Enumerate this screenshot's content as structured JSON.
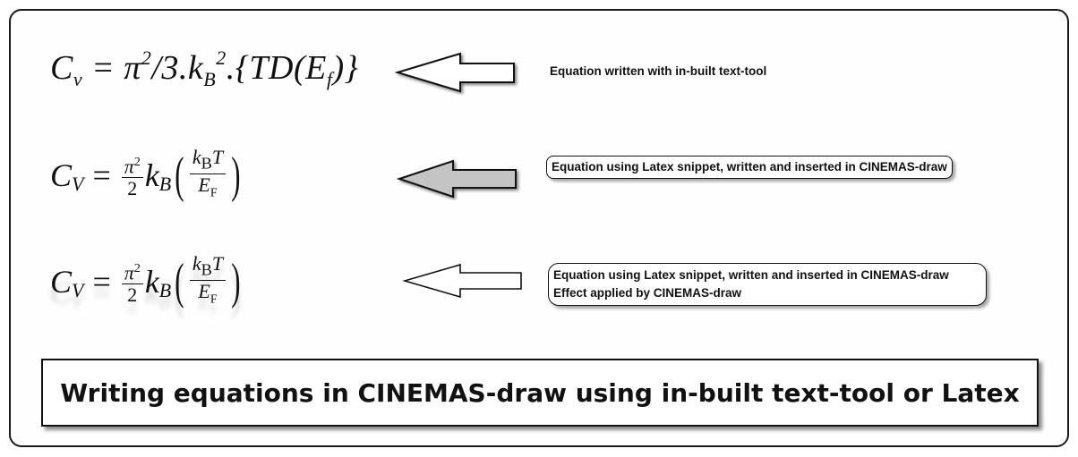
{
  "equations": {
    "eq1": {
      "c": "C",
      "c_sub": "v",
      "eq": " = ",
      "pi": "π",
      "pi_sup": "2",
      "mid": "/3.k",
      "kb_sub": "B",
      "kb_sup": "2",
      "tail": ".{TD(E",
      "ef_sub": "f",
      "end": ")}"
    },
    "latex": {
      "c": "C",
      "c_sub": "V",
      "eq": "=",
      "frac1_num": "π",
      "frac1_num_sup": "2",
      "frac1_den": "2",
      "k": "k",
      "k_sub": "B",
      "lparen": "(",
      "frac2_num_k": "k",
      "frac2_num_sub": "B",
      "frac2_num_t": "T",
      "frac2_den_e": "E",
      "frac2_den_sub": "F",
      "rparen": ")"
    }
  },
  "notes": {
    "note1": "Equation written with in-built text-tool",
    "note2": "Equation using Latex snippet, written and inserted in CINEMAS-draw",
    "note3_line1": "Equation using Latex snippet, written and inserted in CINEMAS-draw",
    "note3_line2": "Effect applied by CINEMAS-draw"
  },
  "title": "Writing equations in CINEMAS-draw using in-built text-tool or Latex",
  "colors": {
    "arrow_filled": "#c4c4c4",
    "arrow_outline": "#ffffff",
    "border": "#111111"
  }
}
